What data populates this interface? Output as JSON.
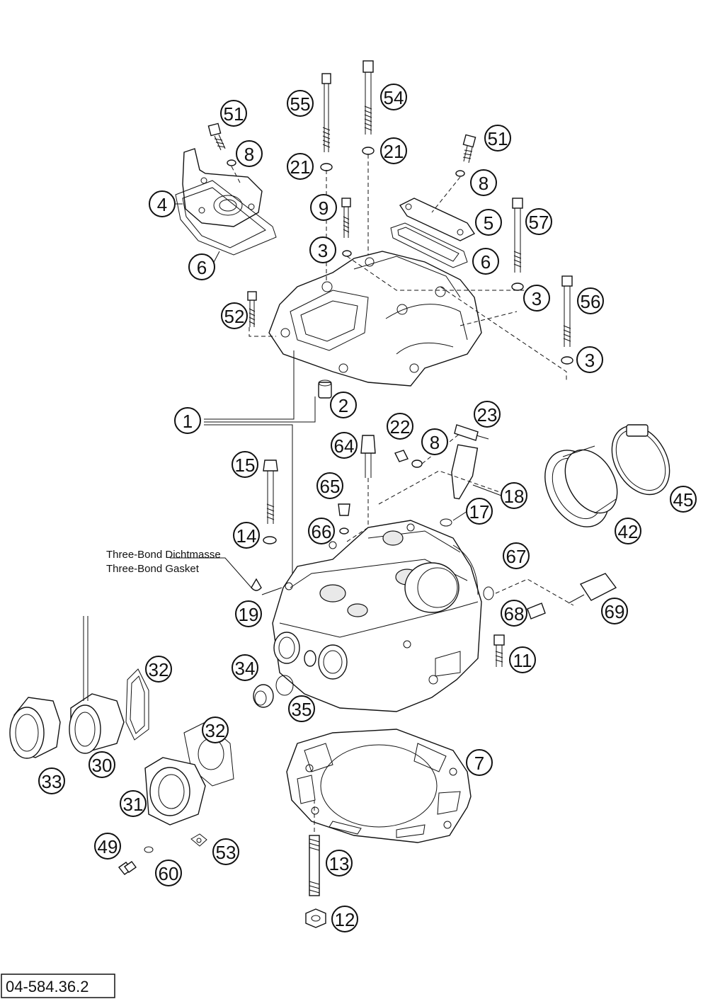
{
  "document_id": "04-584.36.2",
  "notes": {
    "sealant_de": "Three-Bond Dichtmasse",
    "sealant_en": "Three-Bond Gasket"
  },
  "callouts": [
    {
      "id": "c1",
      "label": "1"
    },
    {
      "id": "c2",
      "label": "2"
    },
    {
      "id": "c3a",
      "label": "3"
    },
    {
      "id": "c3b",
      "label": "3"
    },
    {
      "id": "c3c",
      "label": "3"
    },
    {
      "id": "c4",
      "label": "4"
    },
    {
      "id": "c5",
      "label": "5"
    },
    {
      "id": "c6a",
      "label": "6"
    },
    {
      "id": "c6b",
      "label": "6"
    },
    {
      "id": "c7",
      "label": "7"
    },
    {
      "id": "c8a",
      "label": "8"
    },
    {
      "id": "c8b",
      "label": "8"
    },
    {
      "id": "c8c",
      "label": "8"
    },
    {
      "id": "c9",
      "label": "9"
    },
    {
      "id": "c11",
      "label": "11"
    },
    {
      "id": "c12",
      "label": "12"
    },
    {
      "id": "c13",
      "label": "13"
    },
    {
      "id": "c14",
      "label": "14"
    },
    {
      "id": "c15",
      "label": "15"
    },
    {
      "id": "c17",
      "label": "17"
    },
    {
      "id": "c18",
      "label": "18"
    },
    {
      "id": "c19",
      "label": "19"
    },
    {
      "id": "c21a",
      "label": "21"
    },
    {
      "id": "c21b",
      "label": "21"
    },
    {
      "id": "c22",
      "label": "22"
    },
    {
      "id": "c23",
      "label": "23"
    },
    {
      "id": "c30",
      "label": "30"
    },
    {
      "id": "c31",
      "label": "31"
    },
    {
      "id": "c32a",
      "label": "32"
    },
    {
      "id": "c32b",
      "label": "32"
    },
    {
      "id": "c33",
      "label": "33"
    },
    {
      "id": "c34",
      "label": "34"
    },
    {
      "id": "c35",
      "label": "35"
    },
    {
      "id": "c42",
      "label": "42"
    },
    {
      "id": "c45",
      "label": "45"
    },
    {
      "id": "c49",
      "label": "49"
    },
    {
      "id": "c51a",
      "label": "51"
    },
    {
      "id": "c51b",
      "label": "51"
    },
    {
      "id": "c52",
      "label": "52"
    },
    {
      "id": "c53",
      "label": "53"
    },
    {
      "id": "c54",
      "label": "54"
    },
    {
      "id": "c55",
      "label": "55"
    },
    {
      "id": "c56",
      "label": "56"
    },
    {
      "id": "c57",
      "label": "57"
    },
    {
      "id": "c60",
      "label": "60"
    },
    {
      "id": "c64",
      "label": "64"
    },
    {
      "id": "c65",
      "label": "65"
    },
    {
      "id": "c66",
      "label": "66"
    },
    {
      "id": "c67",
      "label": "67"
    },
    {
      "id": "c68",
      "label": "68"
    },
    {
      "id": "c69",
      "label": "69"
    }
  ]
}
